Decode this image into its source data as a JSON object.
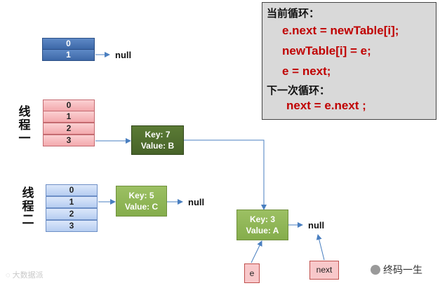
{
  "top_table": {
    "slots": [
      "0",
      "1"
    ],
    "null_label": "null"
  },
  "thread_one": {
    "label_chars": [
      "线",
      "程",
      "一"
    ],
    "slots": [
      "0",
      "1",
      "2",
      "3"
    ]
  },
  "thread_two": {
    "label_chars": [
      "线",
      "程",
      "二"
    ],
    "slots": [
      "0",
      "1",
      "2",
      "3"
    ],
    "null_label": "null"
  },
  "nodes": {
    "key7": {
      "key": "Key: 7",
      "value": "Value: B"
    },
    "key5": {
      "key": "Key: 5",
      "value": "Value: C"
    },
    "key3": {
      "key": "Key: 3",
      "value": "Value: A"
    }
  },
  "key3_null": "null",
  "pointers": {
    "e": "e",
    "next": "next"
  },
  "code": {
    "current_loop": "当前循环：",
    "line1": "e.next = newTable[i];",
    "line2": "newTable[i] = e;",
    "line3": "e = next;",
    "next_loop": "下一次循环：",
    "line4": "next = e.next ;"
  },
  "watermark": {
    "left_text": "大数据派",
    "right_text": "终码一生"
  },
  "colors": {
    "blue_cell": "#4a76b8",
    "pink_cell": "#f6b8bb",
    "light_blue_cell": "#c5d8f5",
    "dark_node": "#4f6e2e",
    "light_node": "#8db555",
    "code_text": "#c00000",
    "arrow": "#4a7fc0"
  }
}
